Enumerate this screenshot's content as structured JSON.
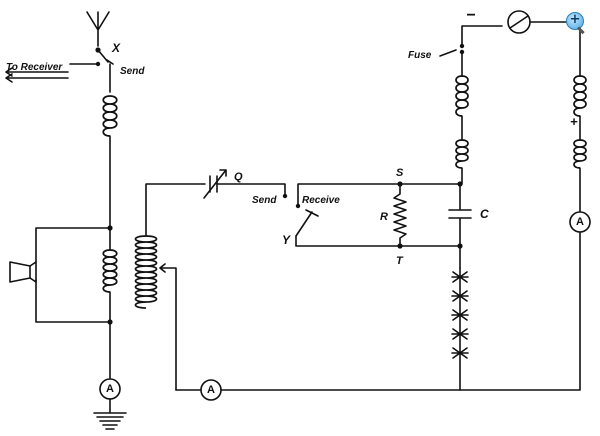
{
  "labels": {
    "to_receiver": "To Receiver",
    "send_top": "Send",
    "x": "X",
    "q": "Q",
    "send_mid": "Send",
    "receive": "Receive",
    "y": "Y",
    "s": "S",
    "r": "R",
    "t": "T",
    "c": "C",
    "fuse": "Fuse",
    "minus": "−",
    "plus_top": "+",
    "plus_mid": "+"
  },
  "meters": {
    "ground_meter": "A",
    "bottom_meter": "A",
    "right_meter": "A"
  },
  "colors": {
    "ink": "#111111",
    "zoom_accent": "#4aa6e0"
  },
  "icons": {
    "zoom": "zoom-in-icon"
  }
}
